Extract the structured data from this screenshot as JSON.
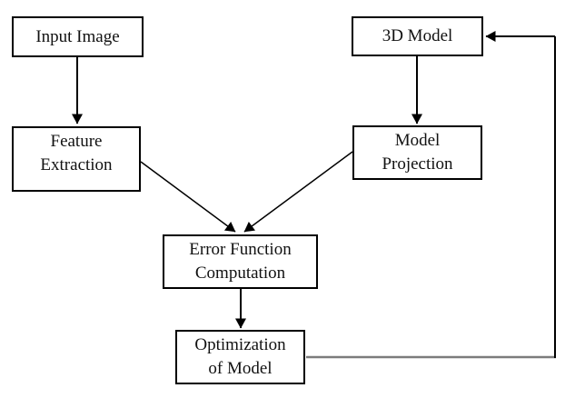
{
  "diagram": {
    "nodes": {
      "input_image": {
        "label": "Input Image"
      },
      "model_3d": {
        "label": "3D Model"
      },
      "feature_extraction": {
        "label": "Feature\nExtraction"
      },
      "model_projection": {
        "label": "Model\nProjection"
      },
      "error_function": {
        "label": "Error Function\nComputation"
      },
      "optimization": {
        "label": "Optimization\nof Model"
      }
    },
    "edges": [
      {
        "from": "input_image",
        "to": "feature_extraction",
        "style": "black-arrow"
      },
      {
        "from": "model_3d",
        "to": "model_projection",
        "style": "black-arrow"
      },
      {
        "from": "feature_extraction",
        "to": "error_function",
        "style": "black-arrow"
      },
      {
        "from": "model_projection",
        "to": "error_function",
        "style": "black-arrow"
      },
      {
        "from": "error_function",
        "to": "optimization",
        "style": "black-arrow"
      },
      {
        "from": "optimization",
        "to": "model_3d",
        "style": "feedback-loop-gray-then-black-arrow"
      }
    ],
    "colors": {
      "box_border": "#000000",
      "box_fill": "#ffffff",
      "text": "#111111",
      "arrow": "#000000",
      "feedback_gray": "#7c7c7c",
      "background": "#ffffff"
    }
  }
}
